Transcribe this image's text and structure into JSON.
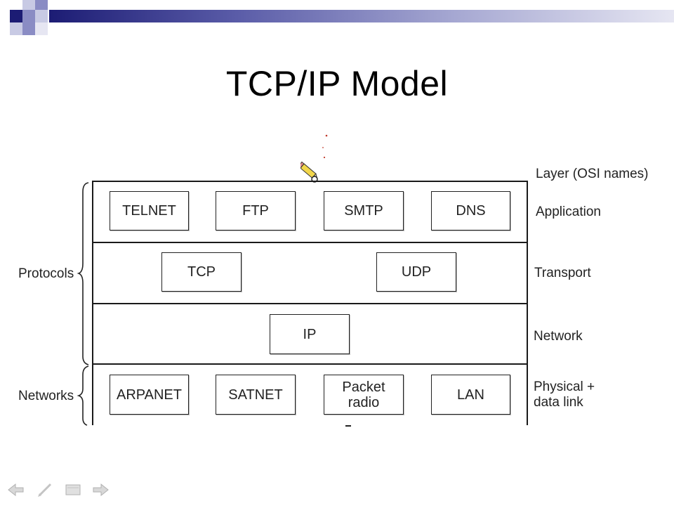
{
  "title": "TCP/IP Model",
  "layers_header": "Layer (OSI names)",
  "layers": [
    {
      "name": "Application",
      "protocols": [
        "TELNET",
        "FTP",
        "SMTP",
        "DNS"
      ]
    },
    {
      "name": "Transport",
      "protocols": [
        "TCP",
        "UDP"
      ]
    },
    {
      "name": "Network",
      "protocols": [
        "IP"
      ]
    },
    {
      "name": "Physical +\ndata link",
      "protocols": [
        "ARPANET",
        "SATNET",
        "Packet\nradio",
        "LAN"
      ]
    }
  ],
  "groups": {
    "protocols": "Protocols",
    "networks": "Networks"
  },
  "icons": {
    "pen_cursor": "pencil-cursor-icon",
    "nav": [
      "previous-slide-icon",
      "pen-tool-icon",
      "slide-menu-icon",
      "next-slide-icon"
    ]
  },
  "colors": {
    "header_dark": "#1c1c74",
    "header_mid": "#8a8cc4",
    "header_light": "#c8cae4"
  }
}
